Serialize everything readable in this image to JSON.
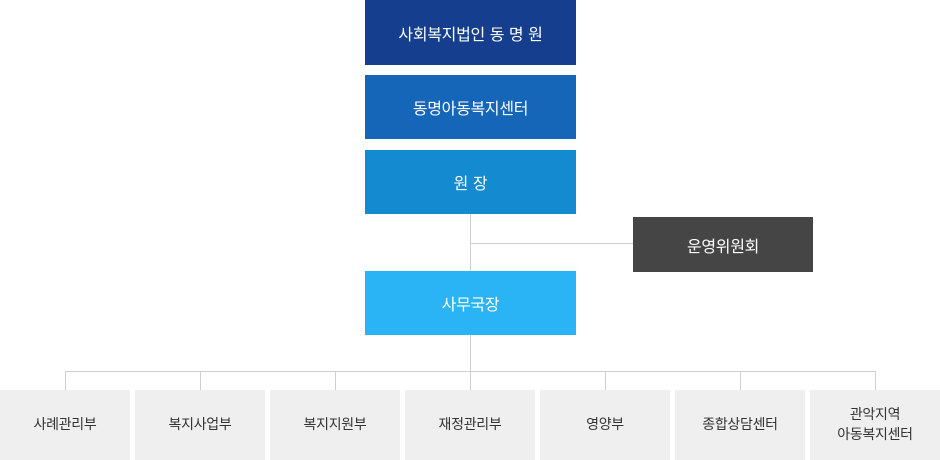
{
  "org_chart": {
    "corporation": "사회복지법인 동 명 원",
    "center": "동명아동복지센터",
    "director": "원 장",
    "committee": "운영위원회",
    "secretary_general": "사무국장",
    "departments": [
      "사례관리부",
      "복지사업부",
      "복지지원부",
      "재정관리부",
      "영양부",
      "종합상담센터",
      "관악지역\n아동복지센터"
    ]
  },
  "colors": {
    "corporation": "#153f8e",
    "center": "#1565b9",
    "director": "#148ad0",
    "committee": "#454545",
    "secretary_general": "#2ab3f5",
    "department_bg": "#efefef",
    "connector": "#cfcfcf"
  }
}
